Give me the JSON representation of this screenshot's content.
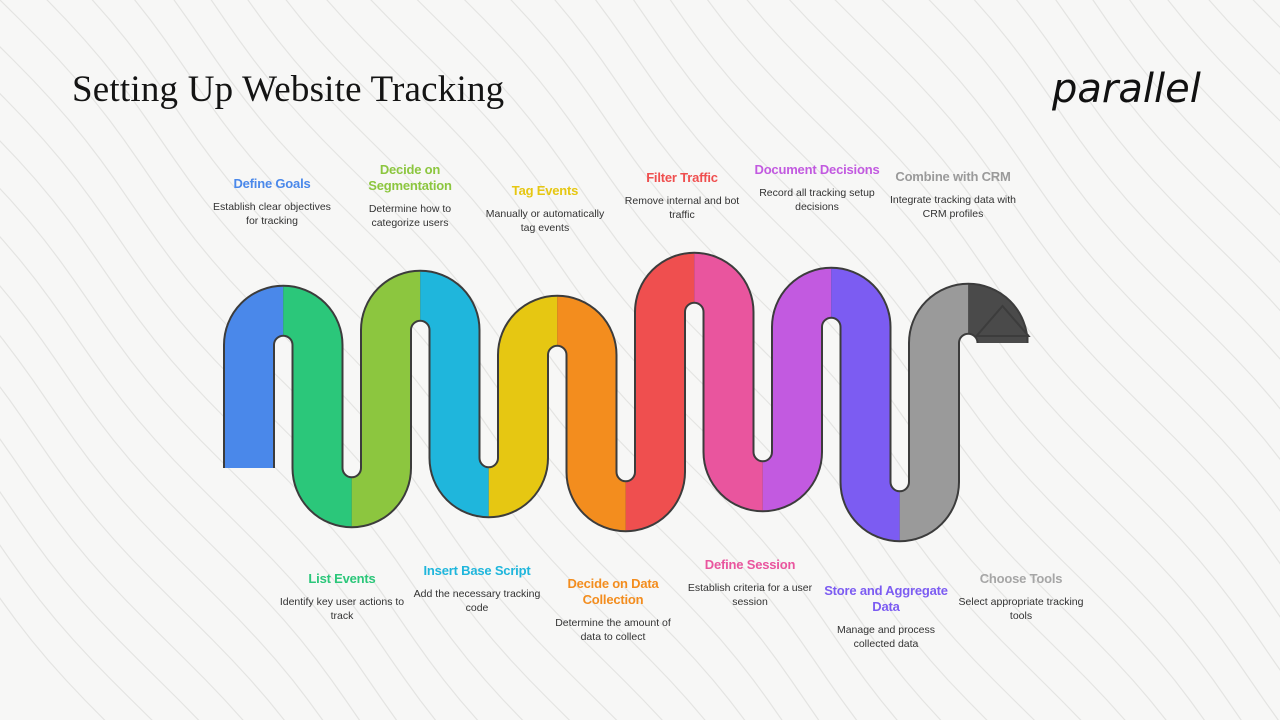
{
  "title": "Setting Up Website Tracking",
  "logo": {
    "text": "parallel"
  },
  "colors": {
    "text": "#141414",
    "outline": "#3c3c3c"
  },
  "steps": [
    {
      "title": "Define Goals",
      "description": "Establish clear objectives for tracking",
      "color": "#4a88ea",
      "position": "top"
    },
    {
      "title": "List Events",
      "description": "Identify key user actions to track",
      "color": "#2bc77a",
      "position": "bottom"
    },
    {
      "title": "Decide on Segmentation",
      "description": "Determine how to categorize users",
      "color": "#8cc63f",
      "position": "top"
    },
    {
      "title": "Insert Base Script",
      "description": "Add the necessary tracking code",
      "color": "#1fb6dc",
      "position": "bottom"
    },
    {
      "title": "Tag Events",
      "description": "Manually or automatically tag events",
      "color": "#e6c712",
      "position": "top"
    },
    {
      "title": "Decide on Data Collection",
      "description": "Determine the amount of data to collect",
      "color": "#f38d1e",
      "position": "bottom"
    },
    {
      "title": "Filter Traffic",
      "description": "Remove internal and bot traffic",
      "color": "#ef4f4f",
      "position": "top"
    },
    {
      "title": "Define Session",
      "description": "Establish criteria for a user session",
      "color": "#e9559e",
      "position": "bottom"
    },
    {
      "title": "Document Decisions",
      "description": "Record all tracking setup decisions",
      "color": "#c25ae0",
      "position": "top"
    },
    {
      "title": "Store and Aggregate Data",
      "description": "Manage and process collected data",
      "color": "#7c5cf2",
      "position": "bottom"
    },
    {
      "title": "Combine with CRM",
      "description": "Integrate tracking data with CRM profiles",
      "color": "#9a9a9a",
      "position": "top"
    },
    {
      "title": "Choose Tools",
      "description": "Select appropriate tracking tools",
      "color": "#a6a6a6",
      "position": "bottom"
    }
  ]
}
